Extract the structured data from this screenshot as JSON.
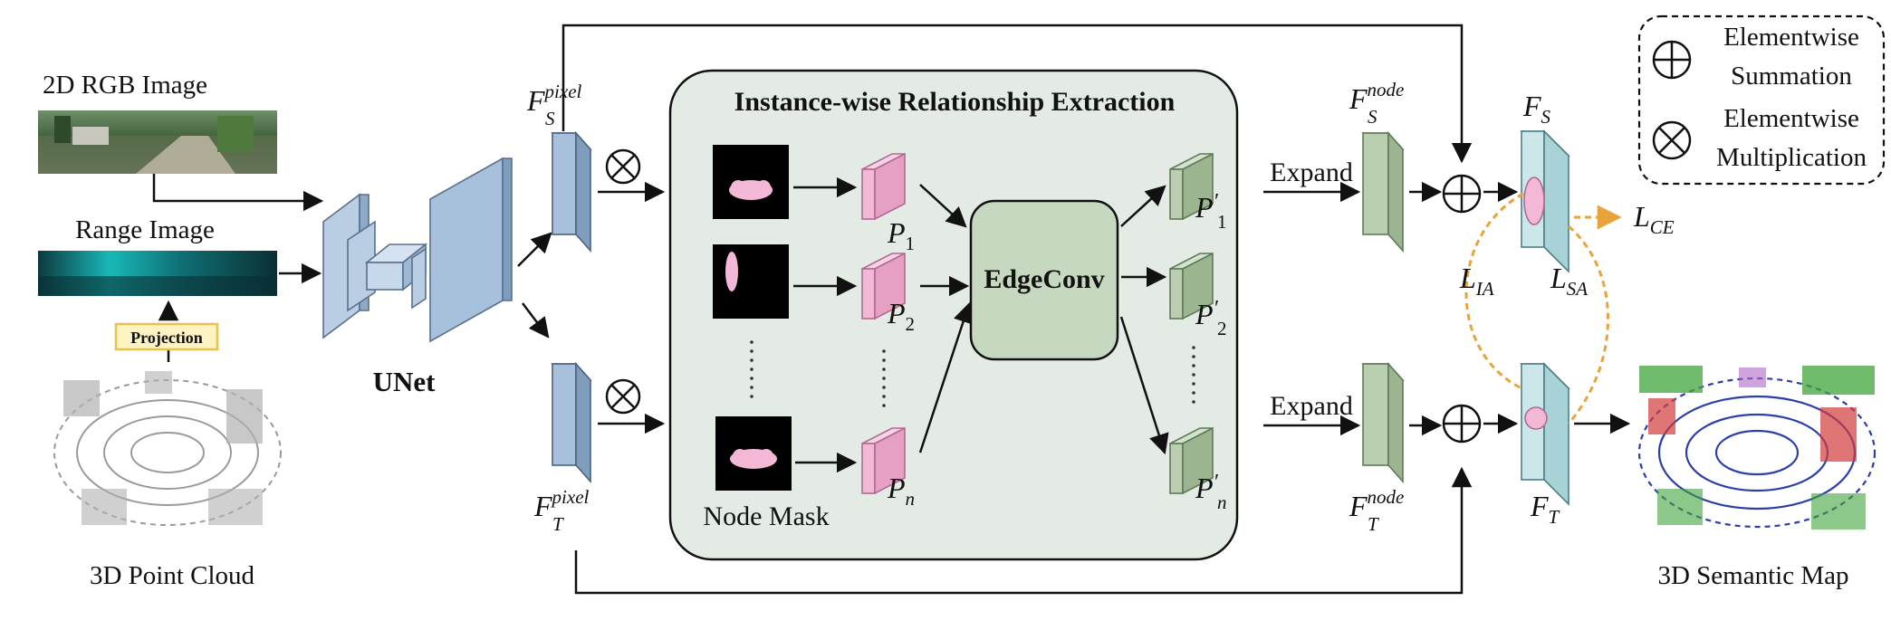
{
  "diagram": {
    "inputs": {
      "rgb_label": "2D RGB Image",
      "range_label": "Range Image",
      "projection_label": "Projection",
      "pointcloud_label": "3D Point Cloud"
    },
    "unet_label": "UNet",
    "features": {
      "fs_pixel": {
        "base": "F",
        "sub": "S",
        "sup": "pixel"
      },
      "ft_pixel": {
        "base": "F",
        "sub": "T",
        "sup": "pixel"
      },
      "fs_node": {
        "base": "F",
        "sub": "S",
        "sup": "node"
      },
      "ft_node": {
        "base": "F",
        "sub": "T",
        "sup": "node"
      },
      "fs": {
        "base": "F",
        "sub": "S"
      },
      "ft": {
        "base": "F",
        "sub": "T"
      }
    },
    "relation_box": {
      "title": "Instance-wise Relationship Extraction",
      "edgeconv_label": "EdgeConv",
      "node_mask_label": "Node Mask",
      "p1": {
        "base": "P",
        "sub": "1"
      },
      "p2": {
        "base": "P",
        "sub": "2"
      },
      "pn": {
        "base": "P",
        "sub": "n"
      },
      "p1p": {
        "base": "P",
        "prime": "′",
        "sub": "1"
      },
      "p2p": {
        "base": "P",
        "prime": "′",
        "sub": "2"
      },
      "pnp": {
        "base": "P",
        "prime": "′",
        "sub": "n"
      }
    },
    "expand_label": "Expand",
    "losses": {
      "lce": {
        "base": "L",
        "sub": "CE"
      },
      "lia": {
        "base": "L",
        "sub": "IA"
      },
      "lsa": {
        "base": "L",
        "sub": "SA"
      }
    },
    "legend": {
      "sum_line1": "Elementwise",
      "sum_line2": "Summation",
      "mul_line1": "Elementwise",
      "mul_line2": "Multiplication"
    },
    "output_label": "3D Semantic Map",
    "colors": {
      "blue_block": "#a7c1dd",
      "green_block": "#b9cfb0",
      "teal_block": "#cbe7ea",
      "pink_block": "#f2b8d6",
      "box_fill": "#e4ebe4",
      "edgeconv_fill": "#c6d9c0",
      "loss_dash": "#e8a43a",
      "projection_fill": "#fdf3c2",
      "projection_border": "#e8c24a"
    }
  }
}
